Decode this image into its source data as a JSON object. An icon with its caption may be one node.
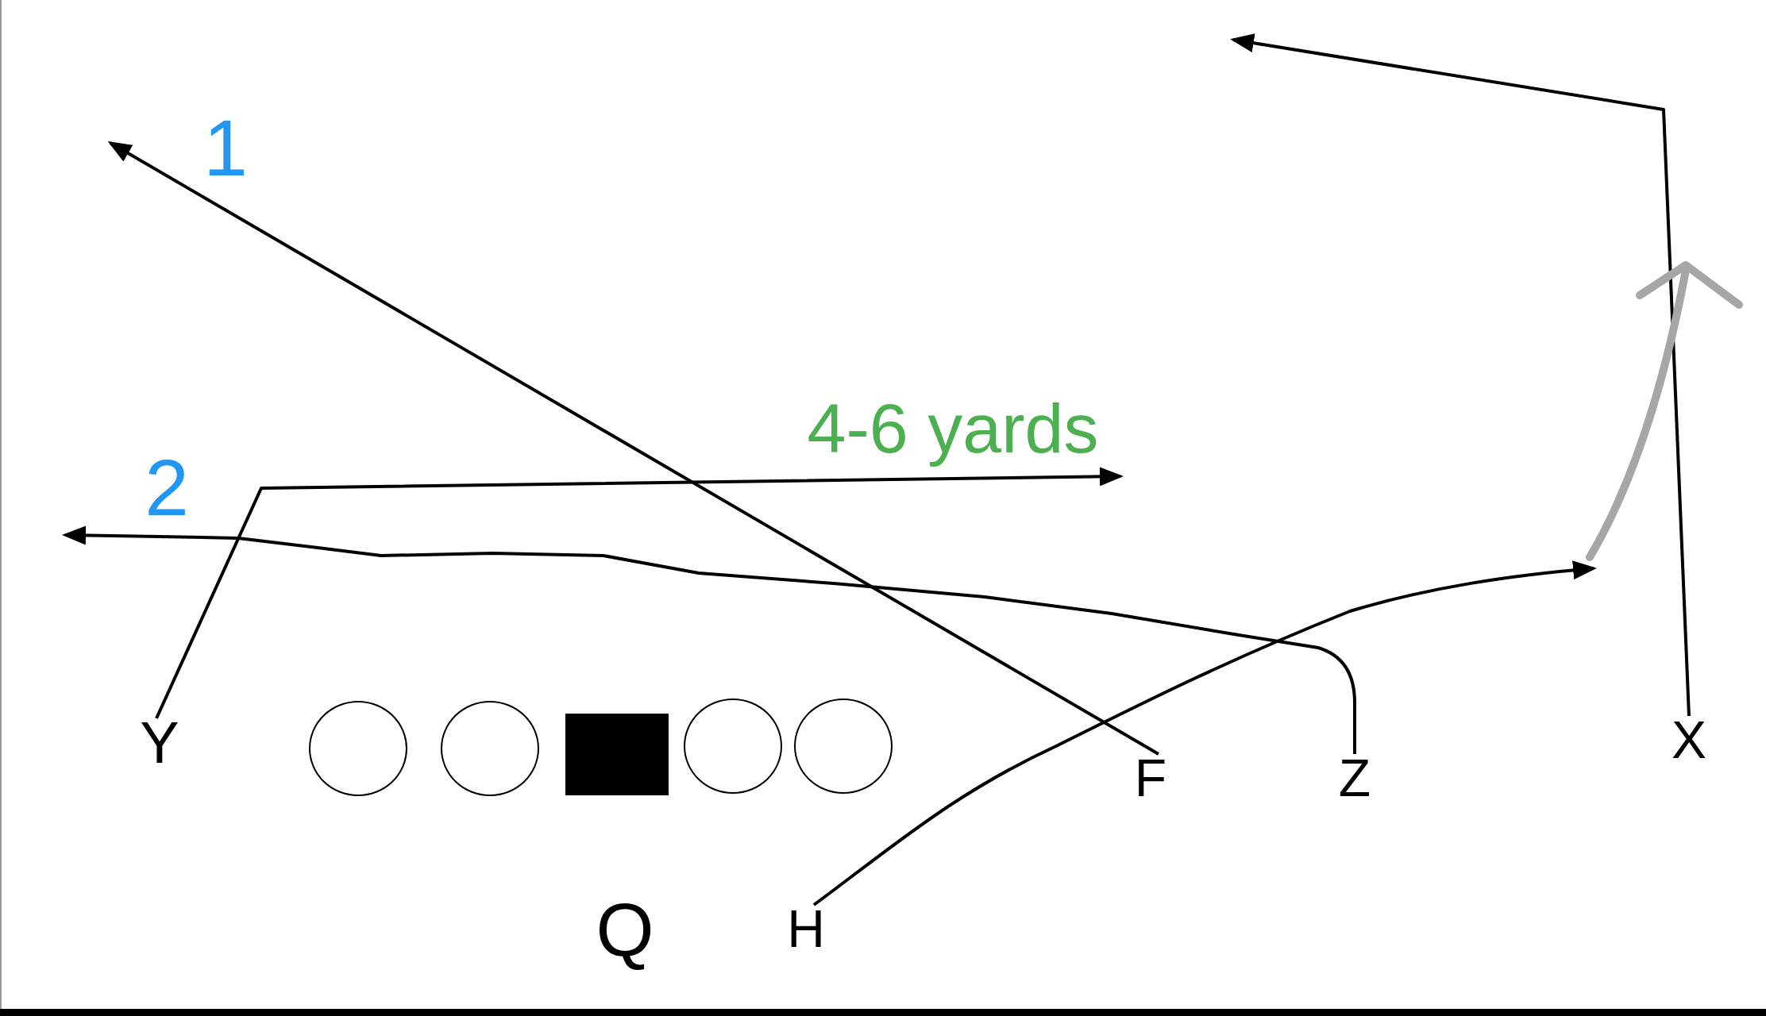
{
  "diagram": {
    "nodes": [
      {
        "text": [
          "Y"
        ]
      },
      {
        "text": [],
        "shape": "circle"
      },
      {
        "text": [],
        "shape": "circle"
      },
      {
        "text": [],
        "shape": "box"
      },
      {
        "text": [],
        "shape": "circle"
      },
      {
        "text": [],
        "shape": "circle"
      },
      {
        "text": [
          "F"
        ]
      },
      {
        "text": [
          "Z"
        ]
      },
      {
        "text": [
          "X"
        ]
      },
      {
        "text": [
          "Q"
        ]
      },
      {
        "text": [
          "H"
        ]
      }
    ],
    "edges": [
      {
        "from": 0,
        "to": null,
        "arrow": "to",
        "label": "4-6 yards"
      },
      {
        "from": 6,
        "to": null,
        "arrow": "to"
      },
      {
        "from": 7,
        "to": null,
        "arrow": "to"
      },
      {
        "from": 10,
        "to": null,
        "arrow": "to"
      },
      {
        "from": 8,
        "to": null,
        "arrow": "to"
      }
    ],
    "labels": [
      "1",
      "2"
    ]
  }
}
